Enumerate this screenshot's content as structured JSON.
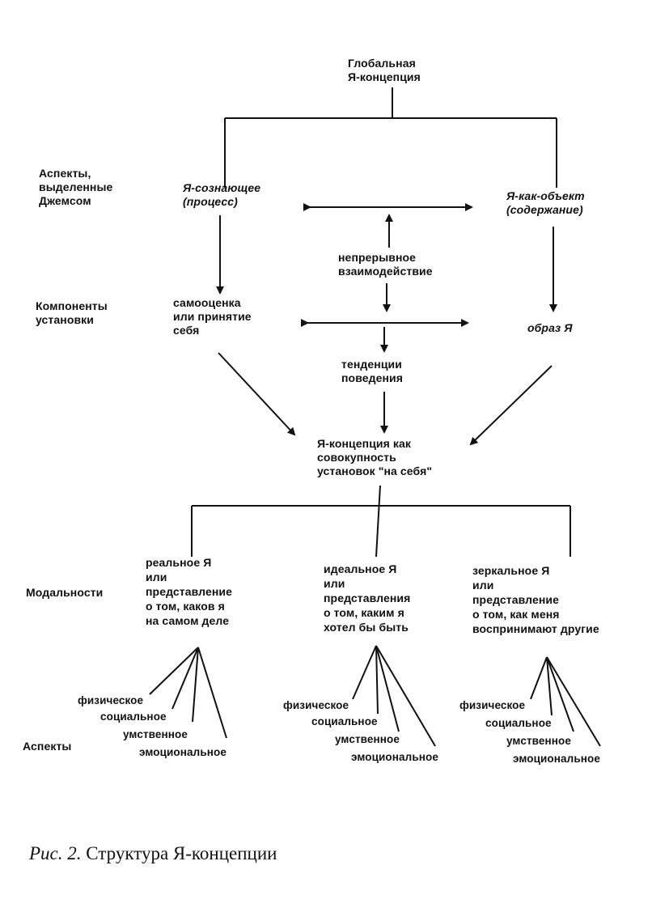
{
  "nodes": {
    "global": "Глобальная\nЯ-концепция",
    "self_knowing": "Я-сознающее\n(процесс)",
    "self_object": "Я-как-объект\n(содержание)",
    "interaction": "непрерывное\nвзаимодействие",
    "self_esteem": "самооценка\nили принятие\nсебя",
    "self_image": "образ Я",
    "behavior": "тенденции\nповедения",
    "attitudes": "Я-концепция как\nсовокупность\nустановок \"на себя\"",
    "real_self": "реальное Я\nили\nпредставление\nо том, каков я\nна самом деле",
    "ideal_self": "идеальное Я\nили\nпредставления\nо том, каким я\nхотел бы быть",
    "mirror_self": "зеркальное Я\nили\nпредставление\nо том, как меня\nвоспринимают другие"
  },
  "row_labels": {
    "aspects_james": "Аспекты,\nвыделенные\nДжемсом",
    "components": "Компоненты\nустановки",
    "modalities": "Модальности",
    "aspects": "Аспекты"
  },
  "sub_aspects": [
    "физическое",
    "социальное",
    "умственное",
    "эмоциональное"
  ],
  "caption": {
    "prefix": "Рис. 2.",
    "title": "Структура Я-концепции"
  },
  "colors": {
    "ink": "#111111",
    "paper": "#ffffff"
  }
}
